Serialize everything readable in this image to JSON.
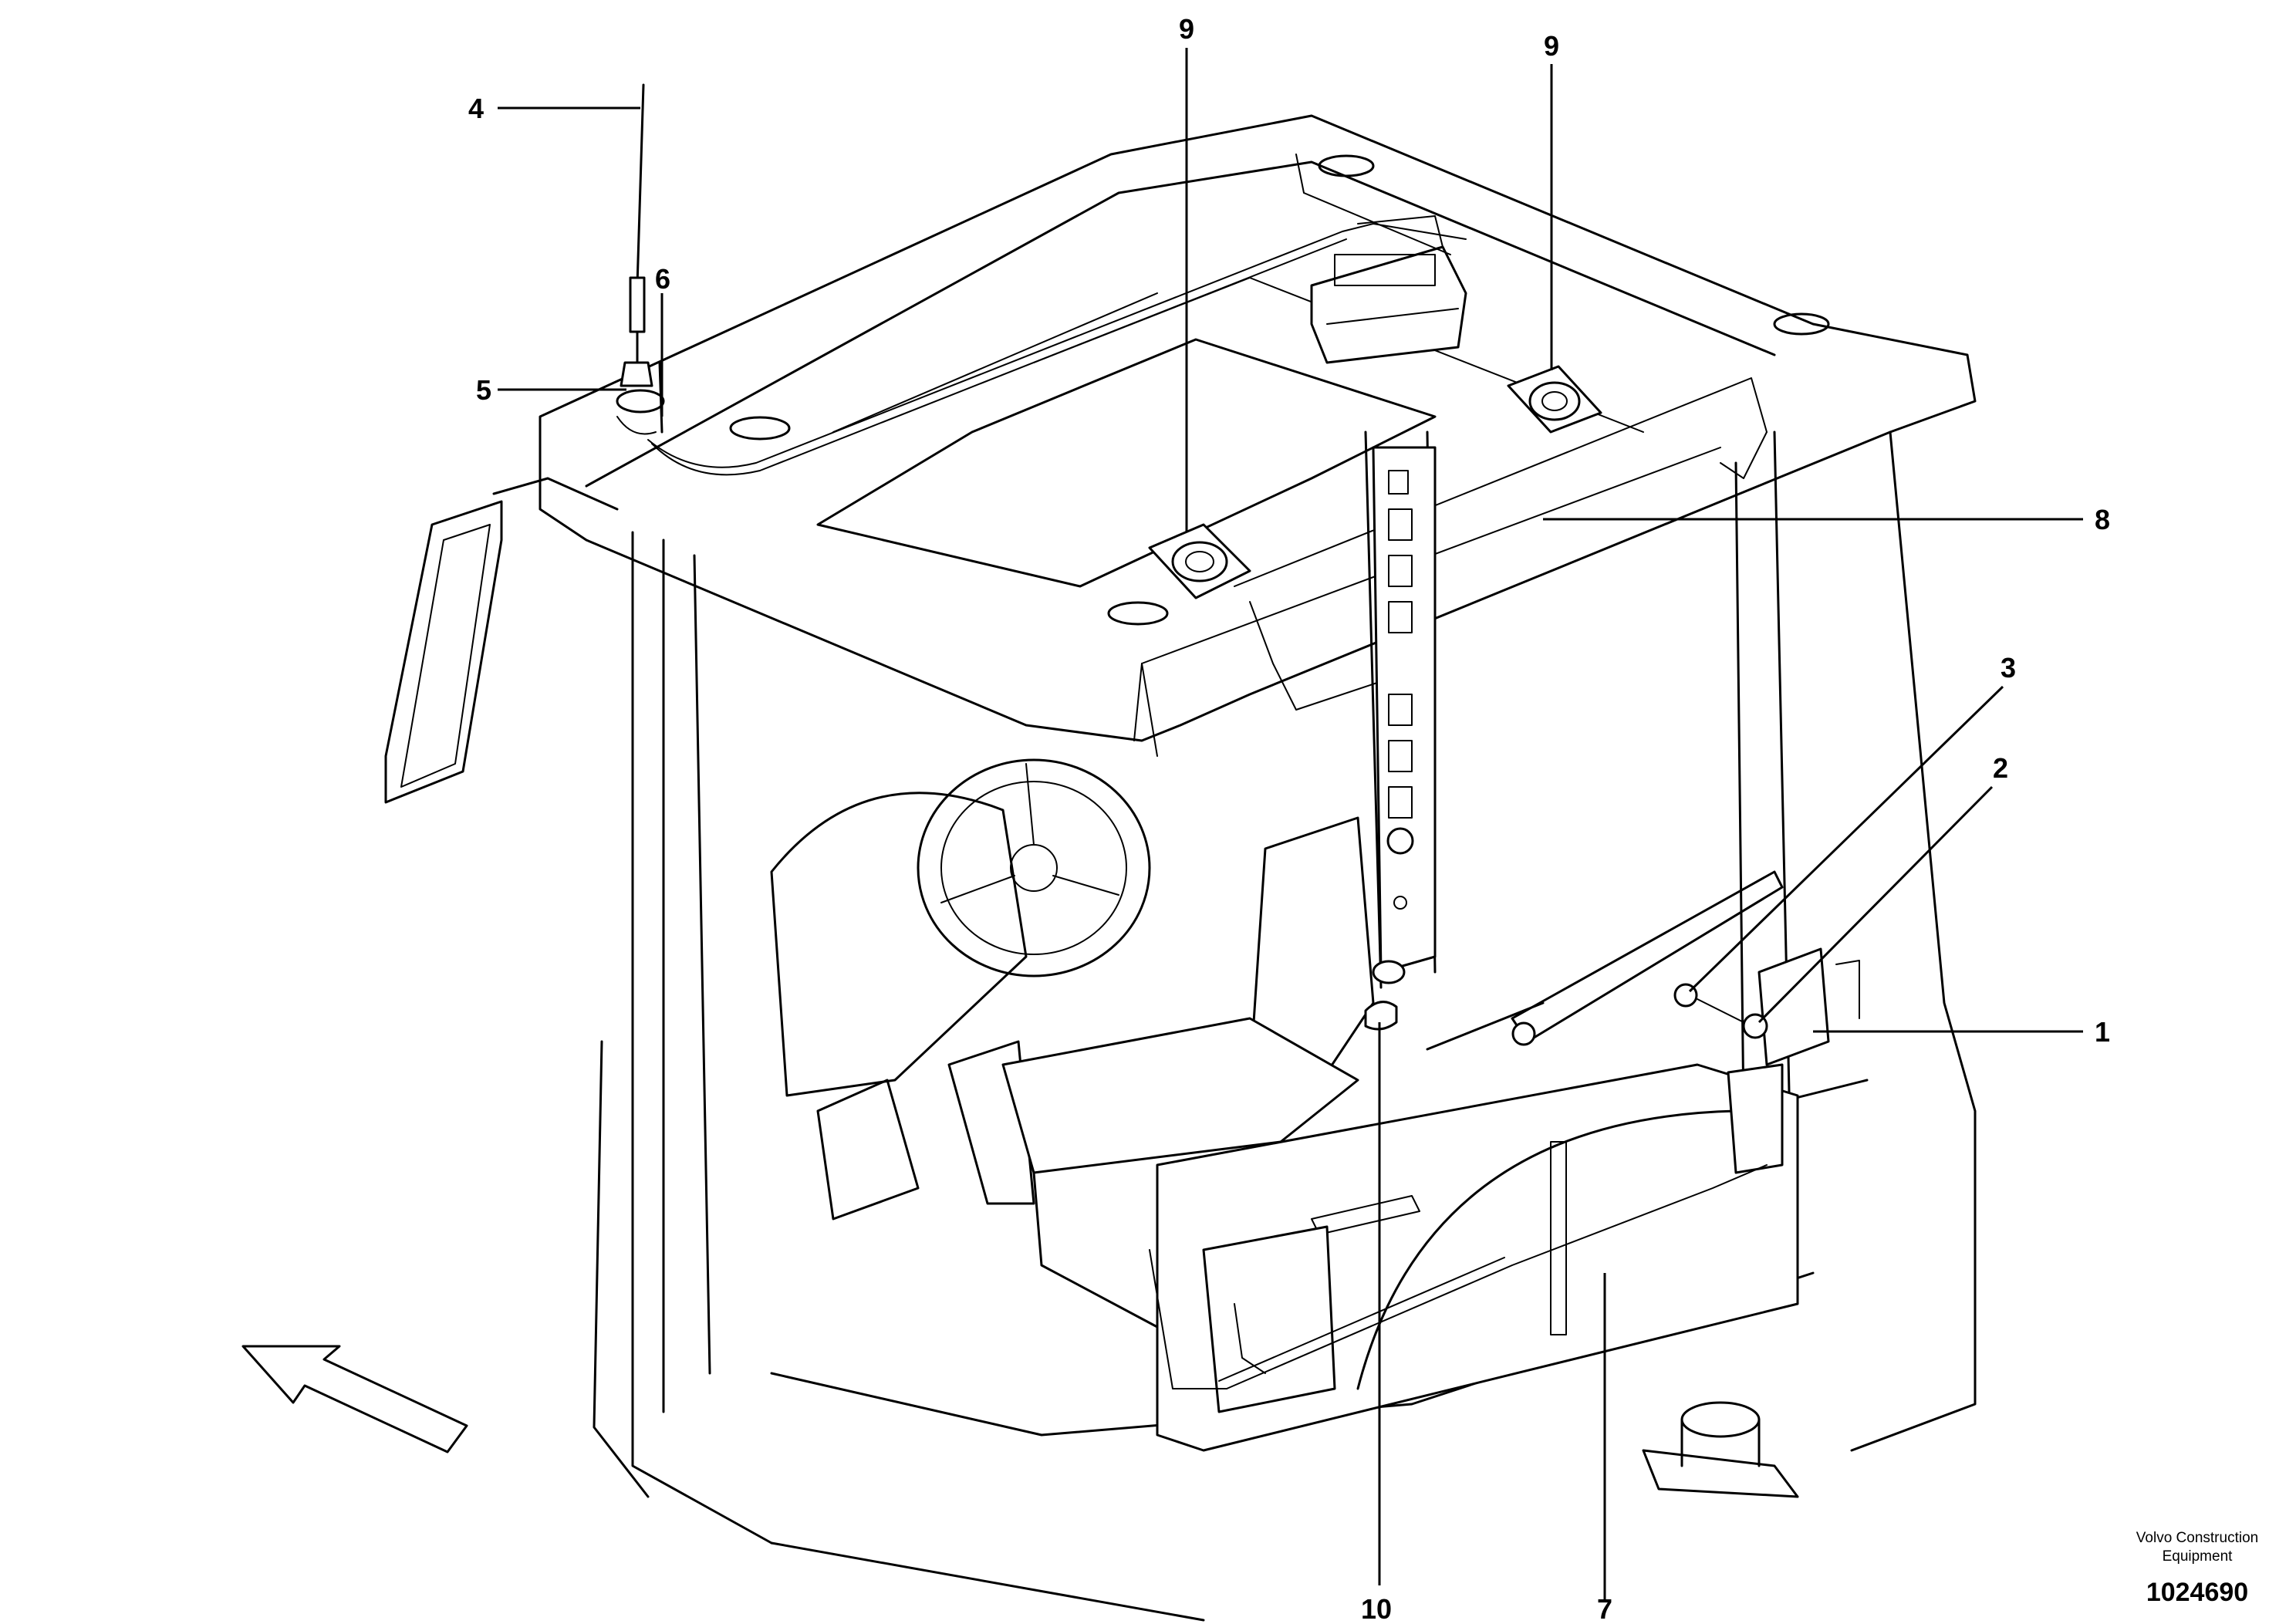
{
  "diagram": {
    "callouts": {
      "c1": "1",
      "c2": "2",
      "c3": "3",
      "c4": "4",
      "c5": "5",
      "c6": "6",
      "c7": "7",
      "c8": "8",
      "c9a": "9",
      "c9b": "9",
      "c10": "10"
    },
    "credit_line1": "Volvo Construction",
    "credit_line2": "Equipment",
    "drawing_number": "1024690"
  }
}
